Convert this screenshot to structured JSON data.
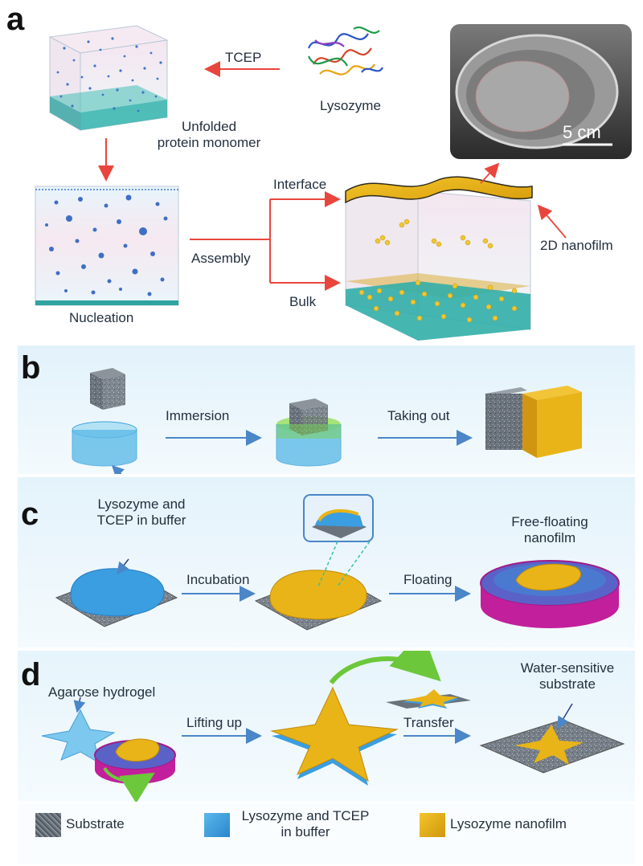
{
  "panels": {
    "a": "a",
    "b": "b",
    "c": "c",
    "d": "d"
  },
  "panel_a": {
    "tcep": "TCEP",
    "lysozyme": "Lysozyme",
    "unfolded_line1": "Unfolded",
    "unfolded_line2": "protein monomer",
    "scale": "5 cm",
    "interface": "Interface",
    "assembly": "Assembly",
    "bulk": "Bulk",
    "nucleation": "Nucleation",
    "nanofilm": "2D nanofilm"
  },
  "panel_b": {
    "immersion": "Immersion",
    "taking_out": "Taking out"
  },
  "panel_c": {
    "buffer_line1": "Lysozyme and",
    "buffer_line2": "TCEP in buffer",
    "incubation": "Incubation",
    "floating": "Floating",
    "free_line1": "Free-floating",
    "free_line2": "nanofilm"
  },
  "panel_d": {
    "agarose": "Agarose hydrogel",
    "lifting": "Lifting up",
    "transfer": "Transfer",
    "water_line1": "Water-sensitive",
    "water_line2": "substrate"
  },
  "legend": {
    "substrate": "Substrate",
    "buffer_line1": "Lysozyme and TCEP",
    "buffer_line2": "in buffer",
    "nanofilm": "Lysozyme nanofilm"
  },
  "colors": {
    "arrow_red": "#e8463c",
    "arrow_blue": "#4a86c8",
    "nanofilm": "#e8b418",
    "buffer": "#3aa0de",
    "substrate": "#6b7580",
    "dish": "#c21f9c"
  }
}
